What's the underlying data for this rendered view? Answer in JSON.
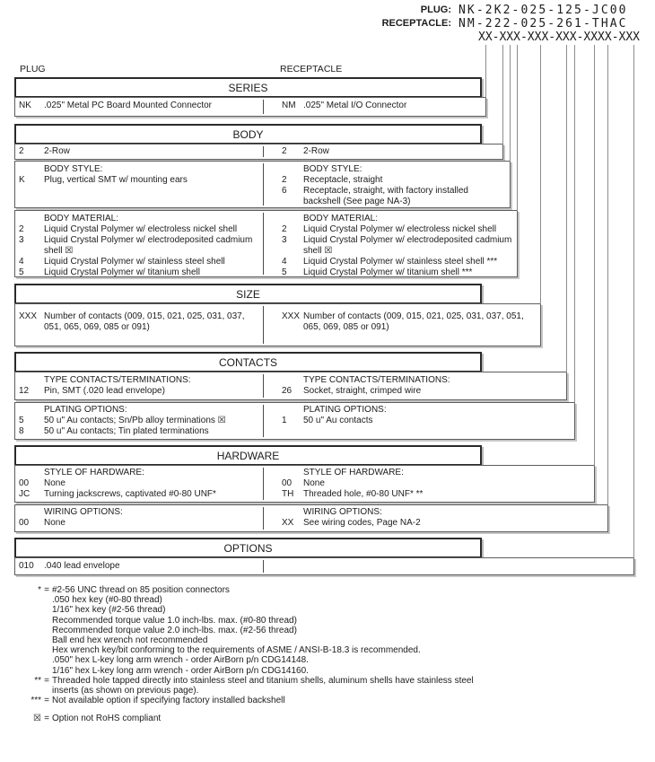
{
  "header": {
    "plug_label": "PLUG:",
    "plug_value": "NK-2K2-025-125-JC00",
    "receptacle_label": "RECEPTACLE:",
    "receptacle_value": "NM-222-025-261-THAC",
    "pattern": "XX-XXX-XXX-XXX-XXXX-XXX",
    "column_left": "PLUG",
    "column_right": "RECEPTACLE"
  },
  "colors": {
    "text": "#1c1c1c",
    "box_border": "#5d5d5d",
    "header_border": "#2a2a2a",
    "connector_line": "#8d8d8d",
    "shadow": "#c6c6c6"
  },
  "sections": [
    {
      "title": "SERIES",
      "boxes": [
        {
          "left": {
            "rows": [
              {
                "code": "NK",
                "text": ".025\" Metal PC Board Mounted Connector"
              }
            ]
          },
          "right": {
            "rows": [
              {
                "code": "NM",
                "text": ".025\" Metal I/O Connector"
              }
            ]
          }
        }
      ]
    },
    {
      "title": "BODY",
      "boxes": [
        {
          "left": {
            "rows": [
              {
                "code": "2",
                "text": "2-Row"
              }
            ]
          },
          "right": {
            "rows": [
              {
                "code": "2",
                "text": "2-Row"
              }
            ]
          }
        },
        {
          "left": {
            "header": "BODY STYLE:",
            "rows": [
              {
                "code": "K",
                "text": "Plug, vertical SMT w/ mounting ears"
              }
            ]
          },
          "right": {
            "header": "BODY STYLE:",
            "rows": [
              {
                "code": "2",
                "text": "Receptacle, straight"
              },
              {
                "code": "6",
                "text": "Receptacle, straight, with factory installed backshell (See page NA-3)"
              }
            ]
          }
        },
        {
          "left": {
            "header": "BODY MATERIAL:",
            "rows": [
              {
                "code": "2",
                "text": "Liquid Crystal Polymer w/ electroless nickel shell"
              },
              {
                "code": "3",
                "text": "Liquid Crystal Polymer w/ electrodeposited cadmium shell ☒"
              },
              {
                "code": "4",
                "text": "Liquid Crystal Polymer w/ stainless steel shell"
              },
              {
                "code": "5",
                "text": "Liquid Crystal Polymer w/ titanium shell"
              }
            ]
          },
          "right": {
            "header": "BODY MATERIAL:",
            "rows": [
              {
                "code": "2",
                "text": "Liquid Crystal Polymer w/ electroless nickel shell"
              },
              {
                "code": "3",
                "text": "Liquid Crystal Polymer w/ electrodeposited cadmium shell ☒"
              },
              {
                "code": "4",
                "text": "Liquid Crystal Polymer w/ stainless steel shell ***"
              },
              {
                "code": "5",
                "text": "Liquid Crystal Polymer w/ titanium shell ***"
              }
            ]
          }
        }
      ]
    },
    {
      "title": "SIZE",
      "boxes": [
        {
          "left": {
            "rows": [
              {
                "code": "XXX",
                "text": "Number of contacts (009, 015, 021, 025, 031, 037, 051, 065, 069, 085 or 091)"
              }
            ]
          },
          "right": {
            "rows": [
              {
                "code": "XXX",
                "text": "Number of contacts (009, 015, 021, 025, 031, 037, 051, 065, 069,  085 or 091)"
              }
            ]
          }
        }
      ]
    },
    {
      "title": "CONTACTS",
      "boxes": [
        {
          "left": {
            "header": "TYPE CONTACTS/TERMINATIONS:",
            "rows": [
              {
                "code": "12",
                "text": "Pin, SMT (.020 lead envelope)"
              }
            ]
          },
          "right": {
            "header": "TYPE CONTACTS/TERMINATIONS:",
            "rows": [
              {
                "code": "26",
                "text": "Socket, straight, crimped wire"
              }
            ]
          }
        },
        {
          "left": {
            "header": "PLATING OPTIONS:",
            "rows": [
              {
                "code": "5",
                "text": "50 u\" Au contacts; Sn/Pb alloy terminations ☒"
              },
              {
                "code": "8",
                "text": "50 u\" Au contacts; Tin plated terminations"
              }
            ]
          },
          "right": {
            "header": "PLATING OPTIONS:",
            "rows": [
              {
                "code": "1",
                "text": "50 u\" Au contacts"
              }
            ]
          }
        }
      ]
    },
    {
      "title": "HARDWARE",
      "boxes": [
        {
          "left": {
            "header": "STYLE OF HARDWARE:",
            "rows": [
              {
                "code": "00",
                "text": "None"
              },
              {
                "code": "JC",
                "text": "Turning jackscrews, captivated #0-80 UNF*"
              }
            ]
          },
          "right": {
            "header": "STYLE OF HARDWARE:",
            "rows": [
              {
                "code": "00",
                "text": "None"
              },
              {
                "code": "TH",
                "text": "Threaded hole, #0-80 UNF*  **"
              }
            ]
          }
        },
        {
          "left": {
            "header": "WIRING OPTIONS:",
            "rows": [
              {
                "code": "00",
                "text": "None"
              }
            ]
          },
          "right": {
            "header": "WIRING OPTIONS:",
            "rows": [
              {
                "code": "XX",
                "text": "See wiring codes, Page NA-2"
              }
            ]
          }
        }
      ]
    },
    {
      "title": "OPTIONS",
      "boxes": [
        {
          "left": {
            "rows": [
              {
                "code": "010",
                "text": ".040 lead envelope"
              }
            ]
          },
          "right": {
            "rows": []
          }
        }
      ]
    }
  ],
  "footnotes": [
    {
      "marker": "*",
      "eq": "=",
      "text": "#2-56 UNC thread on 85 position connectors"
    },
    {
      "marker": "",
      "eq": "",
      "text": ".050 hex key (#0-80 thread)"
    },
    {
      "marker": "",
      "eq": "",
      "text": "1/16\" hex key (#2-56 thread)"
    },
    {
      "marker": "",
      "eq": "",
      "text": "Recommended torque value 1.0 inch-lbs. max. (#0-80 thread)"
    },
    {
      "marker": "",
      "eq": "",
      "text": "Recommended torque value 2.0 inch-lbs. max. (#2-56 thread)"
    },
    {
      "marker": "",
      "eq": "",
      "text": "Ball end hex wrench not recommended"
    },
    {
      "marker": "",
      "eq": "",
      "text": "Hex wrench key/bit conforming to the requirements of ASME / ANSI-B-18.3 is recommended."
    },
    {
      "marker": "",
      "eq": "",
      "text": ".050\" hex L-key long arm wrench - order AirBorn p/n CDG14148."
    },
    {
      "marker": "",
      "eq": "",
      "text": "1/16\" hex L-key long arm wrench - order AirBorn p/n CDG14160."
    },
    {
      "marker": "**",
      "eq": "=",
      "text": "Threaded hole tapped directly into stainless steel and titanium shells, aluminum shells have stainless steel"
    },
    {
      "marker": "",
      "eq": "",
      "text": "inserts (as shown on previous page)."
    },
    {
      "marker": "***",
      "eq": "=",
      "text": "Not available option if specifying factory installed backshell"
    },
    {
      "marker": "☒",
      "eq": "=",
      "text": "Option not RoHS compliant",
      "gap": true
    }
  ]
}
